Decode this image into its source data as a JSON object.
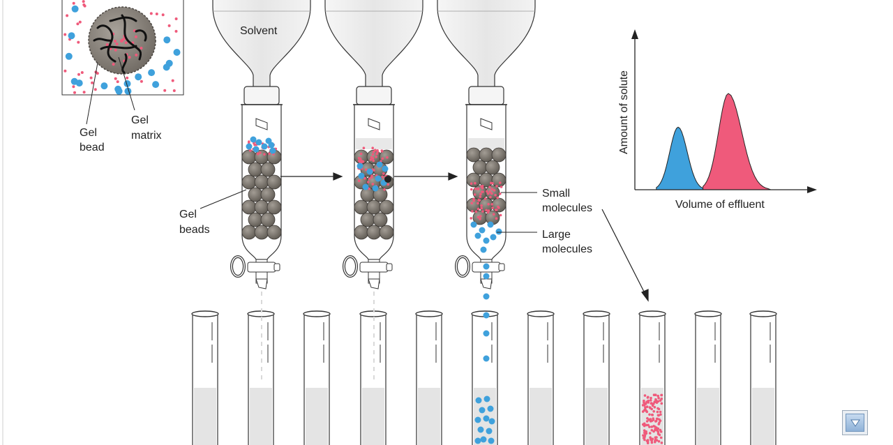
{
  "labels": {
    "solvent": "Solvent",
    "gel_bead_line1": "Gel",
    "gel_bead_line2": "bead",
    "gel_matrix_line1": "Gel",
    "gel_matrix_line2": "matrix",
    "gel_beads_line1": "Gel",
    "gel_beads_line2": "beads",
    "small_molecules_line1": "Small",
    "small_molecules_line2": "molecules",
    "large_molecules_line1": "Large",
    "large_molecules_line2": "molecules"
  },
  "chart_data": {
    "type": "area",
    "xlabel": "Volume of effluent",
    "ylabel": "Amount of solute",
    "series": [
      {
        "color": "#3fa1dc",
        "peak_position": 0.25,
        "relative_height": 0.65
      },
      {
        "color": "#ef5a7b",
        "peak_position": 0.55,
        "relative_height": 1.0
      }
    ]
  },
  "colors": {
    "large_molecule": "#3fa1dc",
    "small_molecule": "#ef5a7b",
    "gel_bead": "#7b756d",
    "tube_liquid": "#e4e4e4"
  },
  "nav": {
    "icon": "down-arrow-icon"
  }
}
